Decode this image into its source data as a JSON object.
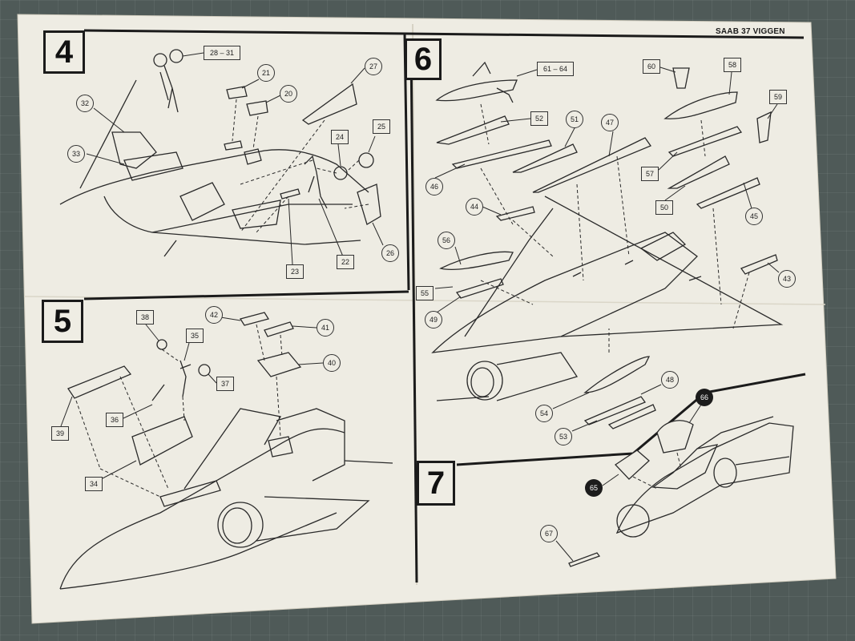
{
  "header": {
    "title": "SAAB 37 VIGGEN"
  },
  "steps": [
    {
      "number": "4",
      "callouts": {
        "c28_31": "28 – 31",
        "c21": "21",
        "c20": "20",
        "c27": "27",
        "c32": "32",
        "c33": "33",
        "c24": "24",
        "c25": "25",
        "c23": "23",
        "c22": "22",
        "c26": "26"
      }
    },
    {
      "number": "5",
      "callouts": {
        "c38": "38",
        "c42": "42",
        "c41": "41",
        "c35": "35",
        "c40": "40",
        "c37": "37",
        "c39": "39",
        "c36": "36",
        "c34": "34"
      }
    },
    {
      "number": "6",
      "callouts": {
        "c61_64": "61 – 64",
        "c60": "60",
        "c58": "58",
        "c59": "59",
        "c52": "52",
        "c51": "51",
        "c47": "47",
        "c46": "46",
        "c57": "57",
        "c44": "44",
        "c50": "50",
        "c45": "45",
        "c56": "56",
        "c55": "55",
        "c49": "49",
        "c43": "43",
        "c48": "48",
        "c54": "54",
        "c53": "53"
      }
    },
    {
      "number": "7",
      "callouts": {
        "c66": "66",
        "c65": "65",
        "c67": "67"
      }
    }
  ]
}
